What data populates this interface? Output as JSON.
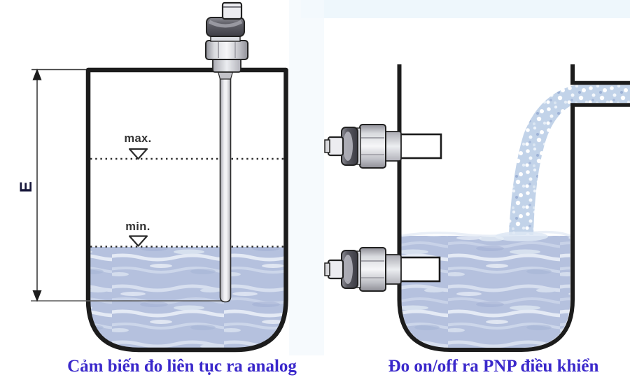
{
  "colors": {
    "background": "#ffffff",
    "tank_outline": "#1c1c1c",
    "water_base": "#b5c1de",
    "stream_base": "#c2d3e9",
    "caption_text": "#3a28cb",
    "marker_label_text": "#333333"
  },
  "left_diagram": {
    "caption": "Cảm biến đo liên tục ra analog",
    "labels": {
      "max": "max.",
      "min": "min.",
      "dimension": "E"
    }
  },
  "right_diagram": {
    "caption": "Đo on/off ra PNP điều khiển"
  }
}
